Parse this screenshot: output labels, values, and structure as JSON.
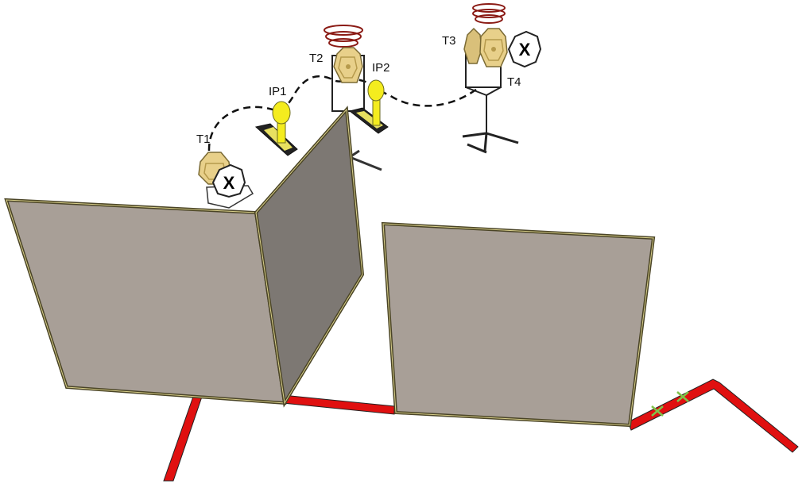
{
  "labels": {
    "t1": "T1",
    "t2": "T2",
    "t3": "T3",
    "t4": "T4",
    "ip1": "IP1",
    "ip2": "IP2"
  },
  "no_shoot_mark": "X",
  "colors": {
    "wall_face": "#a89f97",
    "wall_side": "#7d7873",
    "wall_frame": "#4a4426",
    "wall_frame_light": "#d8cf8a",
    "fault_line": "#e01010",
    "steel_target": "#e8d08a",
    "steel_target_dark": "#b69a4c",
    "popper": "#f4ec1e",
    "spring": "#8a1a14",
    "no_shoot": "#ffffff",
    "path": "#111111",
    "tape": "#7fc34a"
  }
}
